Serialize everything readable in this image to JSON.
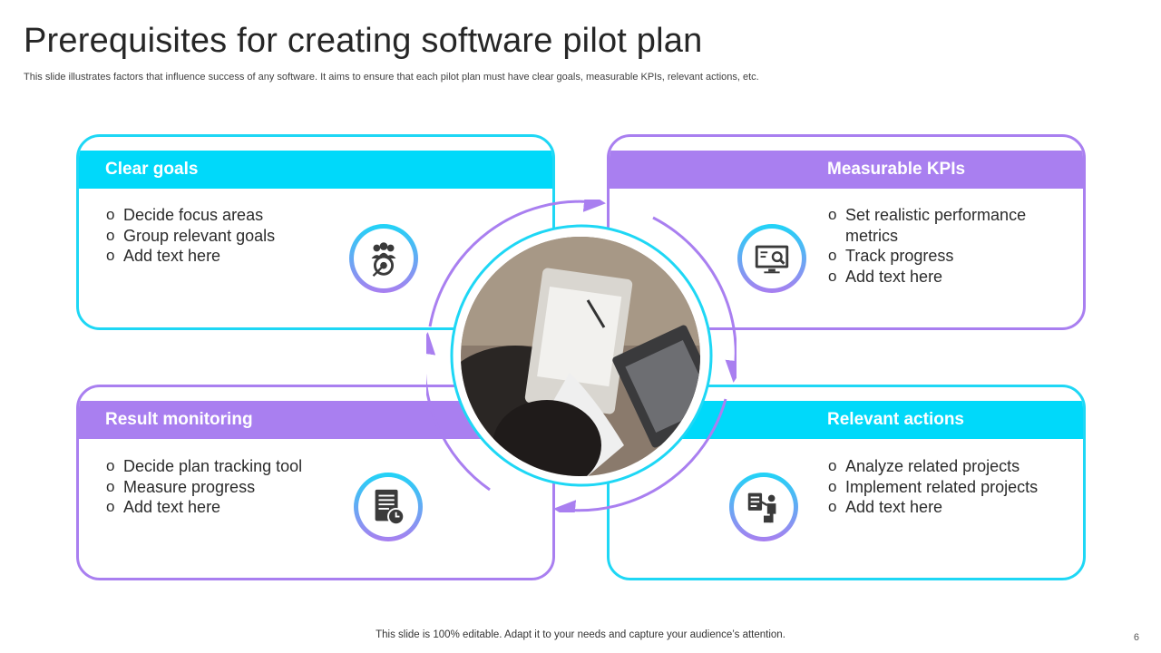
{
  "header": {
    "title": "Prerequisites for creating software pilot plan",
    "subtitle": "This slide illustrates factors that influence success of any software. It aims to ensure that each pilot plan must have clear goals, measurable KPIs, relevant actions, etc."
  },
  "cards": [
    {
      "title": "Clear goals",
      "color": "#00d9fa",
      "icon": "target-team-icon",
      "bullets": [
        "Decide focus areas",
        "Group relevant goals",
        "Add text here"
      ]
    },
    {
      "title": "Measurable KPIs",
      "color": "#a97ff0",
      "icon": "monitor-analytics-icon",
      "bullets": [
        "Set realistic performance",
        "metrics",
        "Track progress",
        "Add text here"
      ]
    },
    {
      "title": "Result monitoring",
      "color": "#a97ff0",
      "icon": "document-clock-icon",
      "bullets": [
        "Decide plan tracking tool",
        "Measure progress",
        "Add text here"
      ]
    },
    {
      "title": "Relevant actions",
      "color": "#00d9fa",
      "icon": "presenter-checklist-icon",
      "bullets": [
        "Analyze related projects",
        "Implement related projects",
        "Add text here"
      ]
    }
  ],
  "center": {
    "image": "person-writing-notebook-photo"
  },
  "footer": {
    "note": "This slide is 100% editable. Adapt it to your needs and capture your audience’s attention.",
    "page_number": "6"
  }
}
